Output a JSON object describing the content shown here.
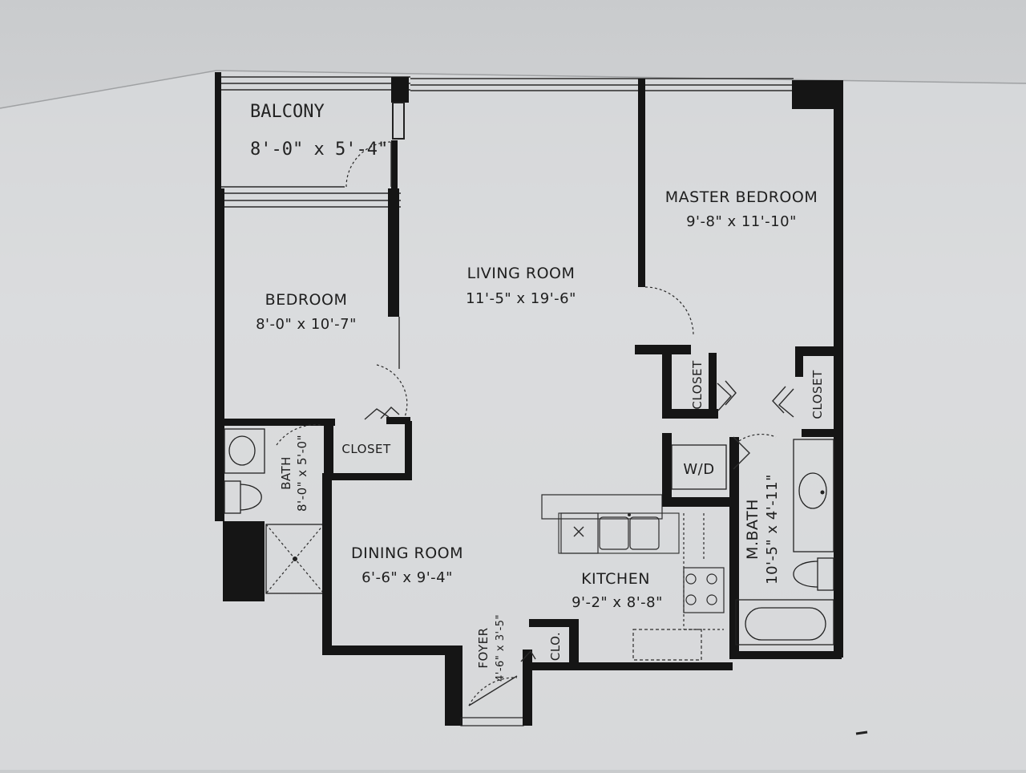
{
  "rooms": {
    "balcony": {
      "name": "BALCONY",
      "dims": "8'-0\" x 5'-4\""
    },
    "master_bedroom": {
      "name": "MASTER BEDROOM",
      "dims": "9'-8\" x 11'-10\""
    },
    "living_room": {
      "name": "LIVING ROOM",
      "dims": "11'-5\" x 19'-6\""
    },
    "bedroom": {
      "name": "BEDROOM",
      "dims": "8'-0\" x 10'-7\""
    },
    "bath": {
      "name": "BATH",
      "dims": "8'-0\" x 5'-0\""
    },
    "dining_room": {
      "name": "DINING ROOM",
      "dims": "6'-6\" x 9'-4\""
    },
    "kitchen": {
      "name": "KITCHEN",
      "dims": "9'-2\" x 8'-8\""
    },
    "m_bath": {
      "name": "M.BATH",
      "dims": "10'-5\" x 4'-11\""
    },
    "foyer": {
      "name": "FOYER",
      "dims": "4'-6\" x 3'-5\""
    }
  },
  "labels": {
    "closet_bedroom": "CLOSET",
    "closet_master_left": "CLOSET",
    "closet_master_right": "CLOSET",
    "washer_dryer": "W/D",
    "foyer_closet": "CLO."
  },
  "colors": {
    "wall": "#151515",
    "paper": "#d4d5d7",
    "line": "#2b2b2b"
  }
}
